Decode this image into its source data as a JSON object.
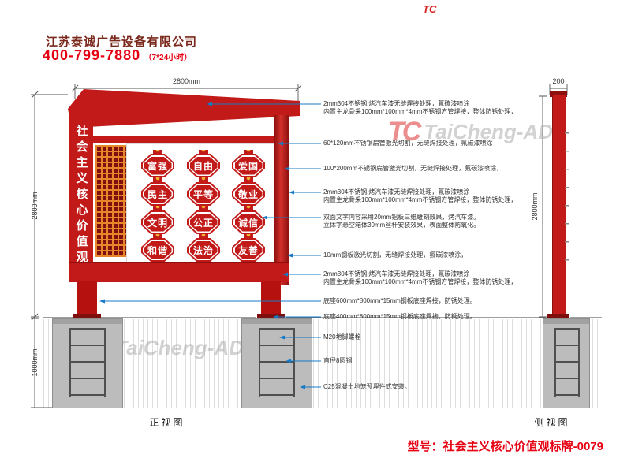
{
  "header": {
    "company": "江苏泰诚广告设备有限公司",
    "phone": "400-799-7880",
    "hours": "（7*24小时）"
  },
  "brand": {
    "name": "TaiCheng-AD",
    "tc": "TC"
  },
  "dims": {
    "front_width": "2800mm",
    "front_height": "2800mm",
    "depth": "1000mm",
    "side_width": "200",
    "side_height": "2800mm"
  },
  "sign": {
    "title": "社会主义核心价值观",
    "values": [
      [
        "富强",
        "自由",
        "爱国"
      ],
      [
        "民主",
        "平等",
        "敬业"
      ],
      [
        "文明",
        "公正",
        "诚信"
      ],
      [
        "和谐",
        "法治",
        "友善"
      ]
    ]
  },
  "annotations": [
    {
      "l1": "2mm304不锈钢,烤汽车漆无缝焊接处理，氟碳漆喷涂",
      "l2": "内置主龙骨采100mm*100mm*4mm不锈钢方管焊接，整体防锈处理，"
    },
    {
      "l1": "60*120mm不锈钢扁管激光切割，无缝焊接处理，氟碳漆喷涂"
    },
    {
      "l1": "100*200mm不锈钢扁管激光切割，无缝焊接处理，氟碳漆喷涂，"
    },
    {
      "l1": "2mm304不锈钢,烤汽车漆无缝焊接处理，氟碳漆喷涂",
      "l2": "内置主龙骨采100mm*100mm*4mm不锈钢方管焊接，整体防锈处理，"
    },
    {
      "l1": "双面文字内容采用20mm铝板三维雕刻效果，烤汽车漆。",
      "l2": "立体字悬空箱体30mm丝杆安装效果，表面整体防氧化。"
    },
    {
      "l1": "10mm钢板激光切割，无缝焊接处理，氟碳漆喷涂，"
    },
    {
      "l1": "2mm304不锈钢,烤汽车漆无缝焊接处理，氟碳漆喷涂",
      "l2": "内置主龙骨采100mm*100mm*4mm不锈钢方管焊接，整体防锈处理，"
    },
    {
      "l1": "底座600mm*800mm*15mm钢板底座焊接，防锈处理。"
    },
    {
      "l1": "底座400mm*800mm*15mm钢板底座焊接，防锈处理。"
    },
    {
      "l1": "M20地脚螺栓"
    },
    {
      "l1": "直径8圆钢"
    },
    {
      "l1": "C25混凝土地笼预埋件式安装。"
    }
  ],
  "views": {
    "front": "正视图",
    "side": "侧视图"
  },
  "model": "型号：社会主义核心价值观标牌-0079",
  "colors": {
    "sign_red": "#c11a18",
    "dark_red": "#8e100e",
    "lattice_orange": "#e8862c",
    "leader_blue": "#1779c4",
    "phone_red": "#e60012",
    "foundation_gray": "#bcbcbc"
  }
}
